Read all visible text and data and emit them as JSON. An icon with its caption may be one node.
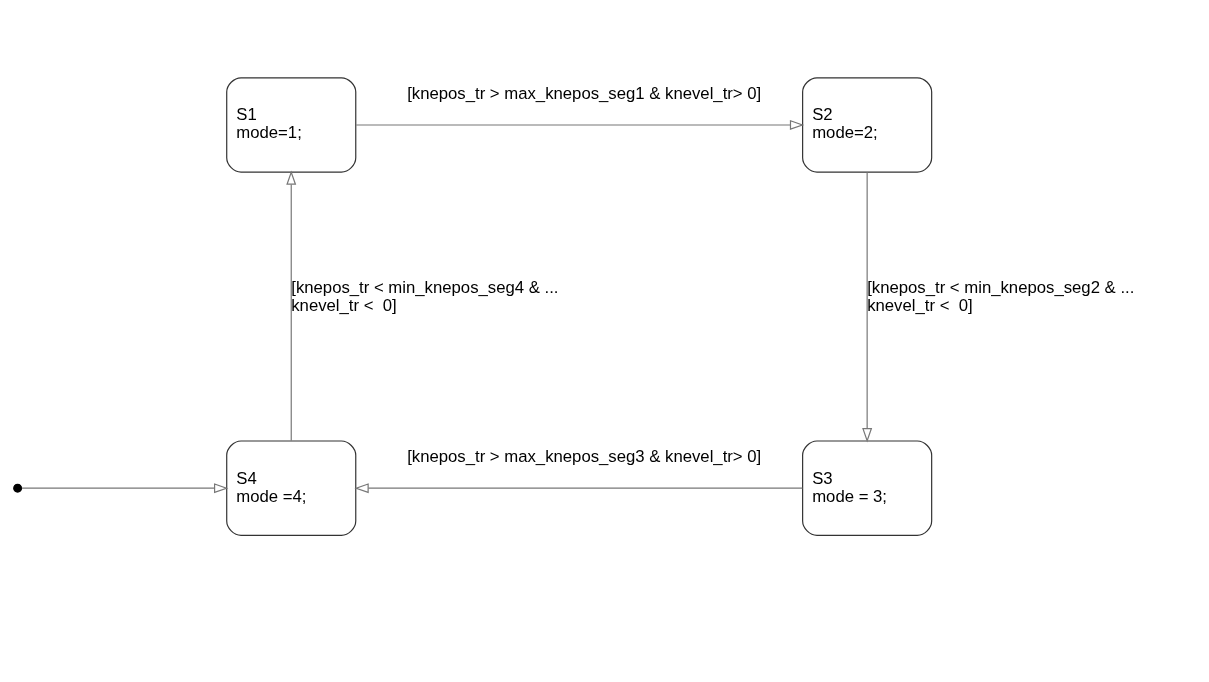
{
  "diagram": {
    "nodes": [
      {
        "text": [
          "S1",
          "mode=1;"
        ]
      },
      {
        "text": [
          "S2",
          "mode=2;"
        ]
      },
      {
        "text": [
          "S3",
          "mode = 3;"
        ]
      },
      {
        "text": [
          "S4",
          "mode =4;"
        ]
      },
      {
        "text": [],
        "shape": "circle"
      }
    ],
    "edges": [
      {
        "from": 0,
        "to": 1,
        "arrow": "to",
        "label": "[knepos_tr > max_knepos_seg1 & knevel_tr> 0]"
      },
      {
        "from": 1,
        "to": 2,
        "arrow": "to",
        "label": "[knepos_tr < min_knepos_seg2 & ... knevel_tr <  0]"
      },
      {
        "from": 2,
        "to": 3,
        "arrow": "to",
        "label": "[knepos_tr > max_knepos_seg3 & knevel_tr> 0]"
      },
      {
        "from": 3,
        "to": 0,
        "arrow": "to",
        "label": "[knepos_tr < min_knepos_seg4 & ... knevel_tr <  0]"
      },
      {
        "from": 4,
        "to": 3,
        "arrow": "to"
      }
    ]
  }
}
